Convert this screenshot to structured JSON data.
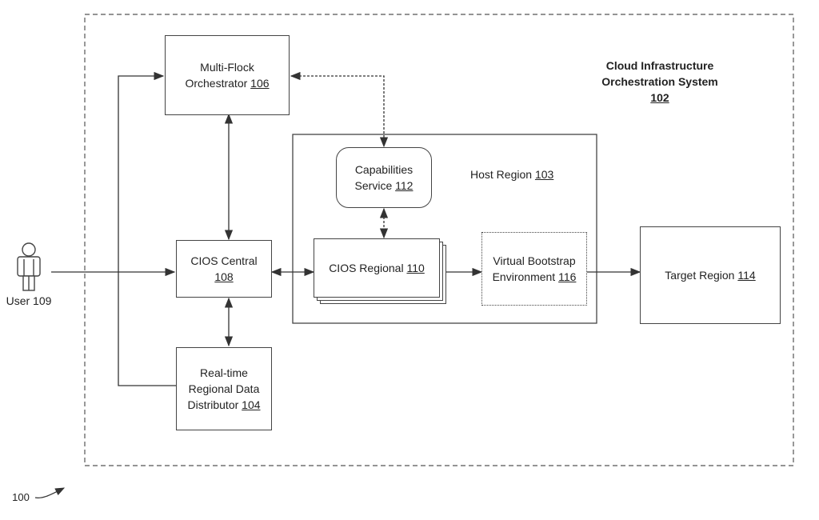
{
  "system": {
    "line1": "Cloud Infrastructure",
    "line2": "Orchestration System",
    "num": "102"
  },
  "figure_ref": "100",
  "user": {
    "name": "User",
    "num": "109"
  },
  "multi_flock": {
    "line1": "Multi-Flock",
    "text": "Orchestrator",
    "num": "106"
  },
  "cios_central": {
    "text": "CIOS Central",
    "num": "108"
  },
  "distributor": {
    "line1": "Real-time",
    "line2": "Regional Data",
    "text": "Distributor",
    "num": "104"
  },
  "capabilities": {
    "line1": "Capabilities",
    "text": "Service",
    "num": "112"
  },
  "host_region": {
    "text": "Host Region",
    "num": "103"
  },
  "cios_regional": {
    "text": "CIOS Regional",
    "num": "110"
  },
  "bootstrap": {
    "line1": "Virtual Bootstrap",
    "text": "Environment",
    "num": "116"
  },
  "target_region": {
    "text": "Target Region",
    "num": "114"
  }
}
